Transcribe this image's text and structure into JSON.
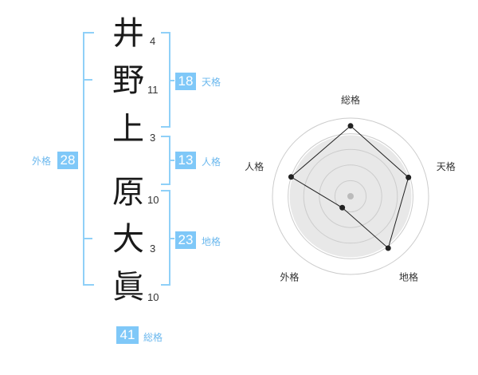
{
  "name_chars": [
    {
      "char": "井",
      "strokes": "4"
    },
    {
      "char": "野",
      "strokes": "11"
    },
    {
      "char": "上",
      "strokes": "3"
    },
    {
      "char": "原",
      "strokes": "10"
    },
    {
      "char": "大",
      "strokes": "3"
    },
    {
      "char": "眞",
      "strokes": "10"
    }
  ],
  "fortunes": {
    "tenkaku": {
      "value": "18",
      "label": "天格"
    },
    "jinkaku": {
      "value": "13",
      "label": "人格"
    },
    "chikaku": {
      "value": "23",
      "label": "地格"
    },
    "gaikaku": {
      "value": "28",
      "label": "外格"
    },
    "soukaku": {
      "value": "41",
      "label": "総格"
    }
  },
  "chart_data": {
    "type": "radar",
    "axes": [
      "総格",
      "天格",
      "地格",
      "外格",
      "人格"
    ],
    "values": [
      0.9,
      0.78,
      0.82,
      0.18,
      0.8
    ],
    "rmax": 1,
    "rings": 4,
    "colors": {
      "fill": "#e8e8e8",
      "ring": "#cccccc",
      "line": "#222222",
      "point": "#222222",
      "center": "#bbbbbb"
    }
  },
  "colors": {
    "accent": "#7fc8f8",
    "label": "#6bb8ee"
  }
}
